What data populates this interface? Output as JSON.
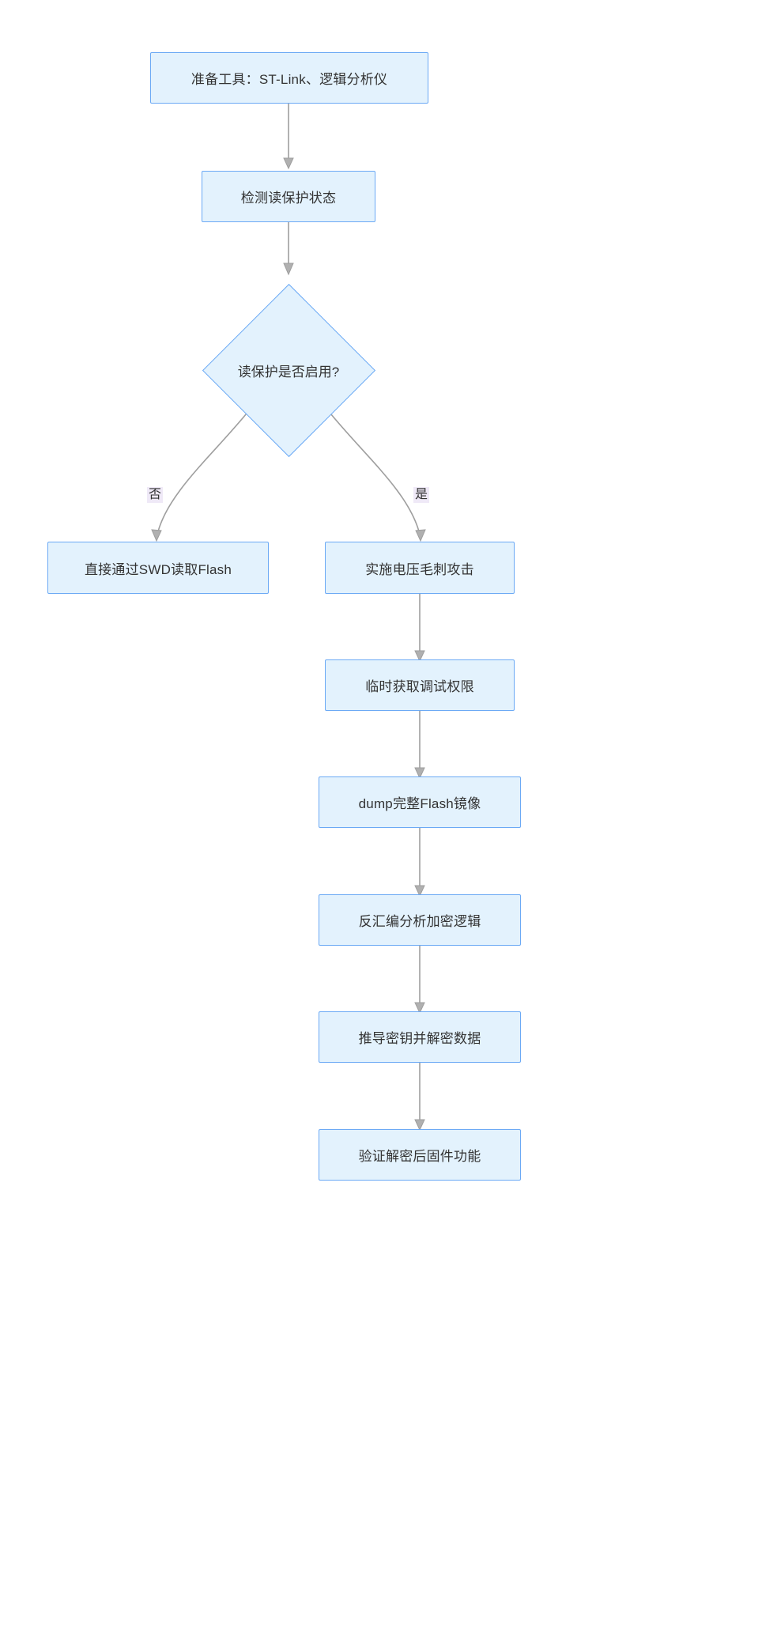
{
  "diagram": {
    "type": "flowchart",
    "direction": "top-down",
    "title": "",
    "background_color": "#ffffff",
    "node_fill_color": "#e3f2fd",
    "node_border_color": "#6ba9f5",
    "edge_color": "#9e9e9e",
    "edge_label_background": "#efe9f7",
    "text_color": "#333333",
    "nodes": [
      {
        "id": "n1",
        "label": "准备工具：ST-Link、逻辑分析仪",
        "shape": "rect"
      },
      {
        "id": "n2",
        "label": "检测读保护状态",
        "shape": "rect"
      },
      {
        "id": "n3",
        "label": "读保护是否启用?",
        "shape": "diamond"
      },
      {
        "id": "n4",
        "label": "直接通过SWD读取Flash",
        "shape": "rect"
      },
      {
        "id": "n5",
        "label": "实施电压毛刺攻击",
        "shape": "rect"
      },
      {
        "id": "n6",
        "label": "临时获取调试权限",
        "shape": "rect"
      },
      {
        "id": "n7",
        "label": "dump完整Flash镜像",
        "shape": "rect"
      },
      {
        "id": "n8",
        "label": "反汇编分析加密逻辑",
        "shape": "rect"
      },
      {
        "id": "n9",
        "label": "推导密钥并解密数据",
        "shape": "rect"
      },
      {
        "id": "n10",
        "label": "验证解密后固件功能",
        "shape": "rect"
      }
    ],
    "edges": [
      {
        "from": "n1",
        "to": "n2",
        "label": ""
      },
      {
        "from": "n2",
        "to": "n3",
        "label": ""
      },
      {
        "from": "n3",
        "to": "n4",
        "label": "否"
      },
      {
        "from": "n3",
        "to": "n5",
        "label": "是"
      },
      {
        "from": "n5",
        "to": "n6",
        "label": ""
      },
      {
        "from": "n6",
        "to": "n7",
        "label": ""
      },
      {
        "from": "n7",
        "to": "n8",
        "label": ""
      },
      {
        "from": "n8",
        "to": "n9",
        "label": ""
      },
      {
        "from": "n9",
        "to": "n10",
        "label": ""
      }
    ],
    "edge_labels": {
      "no": "否",
      "yes": "是"
    }
  }
}
